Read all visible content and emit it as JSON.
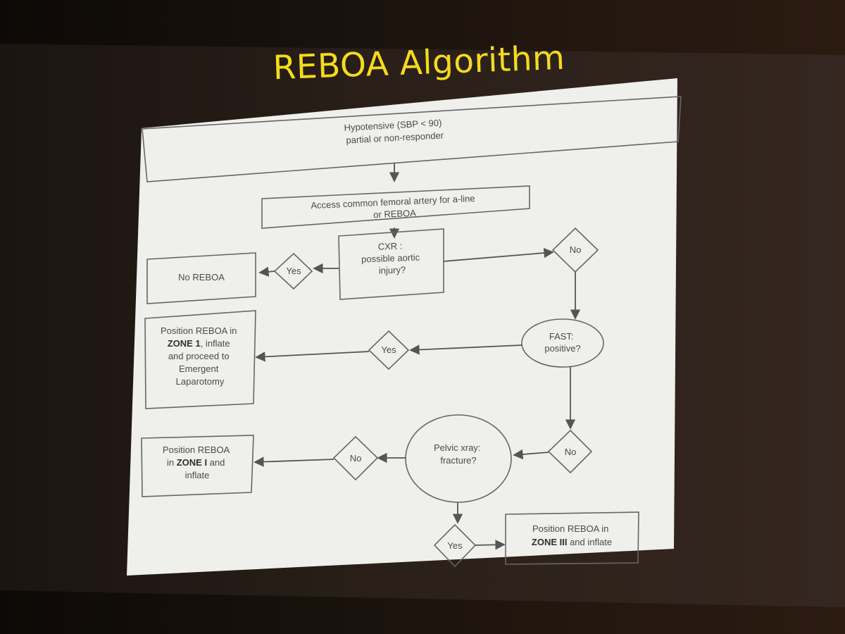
{
  "slide": {
    "title": "REBOA Algorithm"
  },
  "flowchart": {
    "start_box": {
      "line1": "Hypotensive (SBP < 90)",
      "line2": "partial or non-responder"
    },
    "access_box": {
      "line1": "Access common femoral artery for a-line",
      "line2": "or REBOA"
    },
    "cxr_box": {
      "line1": "CXR :",
      "line2": "possible aortic",
      "line3": "injury?"
    },
    "cxr_yes": "Yes",
    "cxr_no": "No",
    "no_reboa_box": "No REBOA",
    "fast_ellipse": {
      "line1": "FAST:",
      "line2": "positive?"
    },
    "fast_yes": "Yes",
    "zone1_laparotomy_box": {
      "line1": "Position REBOA in",
      "zone_bold": "ZONE 1",
      "zone_rest": ", inflate",
      "line3": "and proceed to",
      "line4": "Emergent",
      "line5": "Laparotomy"
    },
    "fast_no": "No",
    "pelvic_circle": {
      "line1": "Pelvic xray:",
      "line2": "fracture?"
    },
    "pelvic_no": "No",
    "zone1_inflate_box": {
      "line1": "Position REBOA",
      "line2_prefix": "in ",
      "zone_bold": "ZONE I",
      "line2_suffix": " and",
      "line3": "inflate"
    },
    "pelvic_yes": "Yes",
    "zone3_box": {
      "line1": "Position REBOA in",
      "zone_bold": "ZONE III",
      "zone_rest": " and inflate"
    }
  }
}
